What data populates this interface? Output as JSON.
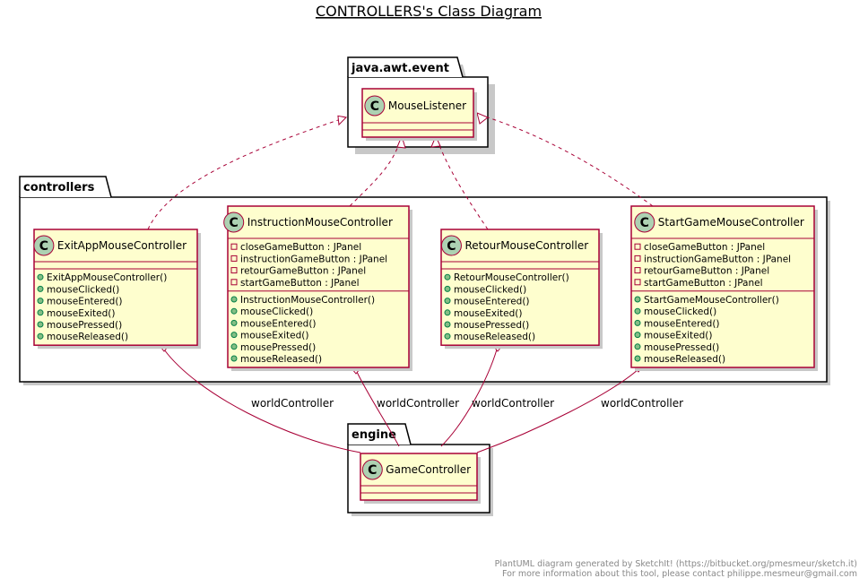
{
  "title": "CONTROLLERS's Class Diagram",
  "packages": {
    "awt": {
      "name": "java.awt.event"
    },
    "controllers": {
      "name": "controllers"
    },
    "engine": {
      "name": "engine"
    }
  },
  "classes": {
    "mouse_listener": {
      "name": "MouseListener",
      "stereotype_glyph": "C",
      "attributes": [],
      "methods": []
    },
    "exit_app": {
      "name": "ExitAppMouseController",
      "stereotype_glyph": "C",
      "attributes": [],
      "methods": [
        {
          "vis": "+",
          "text": "ExitAppMouseController()"
        },
        {
          "vis": "+",
          "text": "mouseClicked()"
        },
        {
          "vis": "+",
          "text": "mouseEntered()"
        },
        {
          "vis": "+",
          "text": "mouseExited()"
        },
        {
          "vis": "+",
          "text": "mousePressed()"
        },
        {
          "vis": "+",
          "text": "mouseReleased()"
        }
      ]
    },
    "instruction": {
      "name": "InstructionMouseController",
      "stereotype_glyph": "C",
      "attributes": [
        {
          "vis": "-",
          "text": "closeGameButton : JPanel"
        },
        {
          "vis": "-",
          "text": "instructionGameButton : JPanel"
        },
        {
          "vis": "-",
          "text": "retourGameButton : JPanel"
        },
        {
          "vis": "-",
          "text": "startGameButton : JPanel"
        }
      ],
      "methods": [
        {
          "vis": "+",
          "text": "InstructionMouseController()"
        },
        {
          "vis": "+",
          "text": "mouseClicked()"
        },
        {
          "vis": "+",
          "text": "mouseEntered()"
        },
        {
          "vis": "+",
          "text": "mouseExited()"
        },
        {
          "vis": "+",
          "text": "mousePressed()"
        },
        {
          "vis": "+",
          "text": "mouseReleased()"
        }
      ]
    },
    "retour": {
      "name": "RetourMouseController",
      "stereotype_glyph": "C",
      "attributes": [],
      "methods": [
        {
          "vis": "+",
          "text": "RetourMouseController()"
        },
        {
          "vis": "+",
          "text": "mouseClicked()"
        },
        {
          "vis": "+",
          "text": "mouseEntered()"
        },
        {
          "vis": "+",
          "text": "mouseExited()"
        },
        {
          "vis": "+",
          "text": "mousePressed()"
        },
        {
          "vis": "+",
          "text": "mouseReleased()"
        }
      ]
    },
    "start_game": {
      "name": "StartGameMouseController",
      "stereotype_glyph": "C",
      "attributes": [
        {
          "vis": "-",
          "text": "closeGameButton : JPanel"
        },
        {
          "vis": "-",
          "text": "instructionGameButton : JPanel"
        },
        {
          "vis": "-",
          "text": "retourGameButton : JPanel"
        },
        {
          "vis": "-",
          "text": "startGameButton : JPanel"
        }
      ],
      "methods": [
        {
          "vis": "+",
          "text": "StartGameMouseController()"
        },
        {
          "vis": "+",
          "text": "mouseClicked()"
        },
        {
          "vis": "+",
          "text": "mouseEntered()"
        },
        {
          "vis": "+",
          "text": "mouseExited()"
        },
        {
          "vis": "+",
          "text": "mousePressed()"
        },
        {
          "vis": "+",
          "text": "mouseReleased()"
        }
      ]
    },
    "game_controller": {
      "name": "GameController",
      "stereotype_glyph": "C",
      "attributes": [],
      "methods": []
    }
  },
  "relations": {
    "association_label": "worldController"
  },
  "footer": {
    "line1": "PlantUML diagram generated by SketchIt! (https://bitbucket.org/pmesmeur/sketch.it)",
    "line2": "For more information about this tool, please contact philippe.mesmeur@gmail.com"
  },
  "colors": {
    "class_fill": "#FEFECE",
    "class_border": "#A80036",
    "circle_fill": "#ADD1B2",
    "package_border": "#000000",
    "shadow": "#C8C8C8"
  }
}
